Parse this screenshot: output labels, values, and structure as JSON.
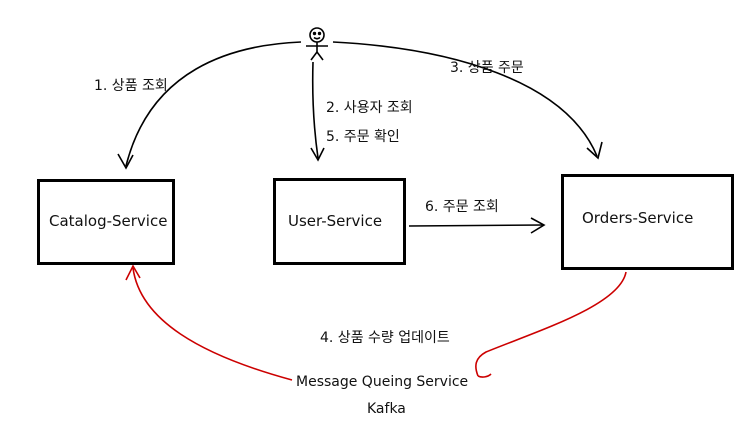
{
  "nodes": {
    "catalog": "Catalog-Service",
    "user": "User-Service",
    "orders": "Orders-Service",
    "mq": "Message Queing Service",
    "kafka": "Kafka"
  },
  "edges": {
    "e1": "1. 상품 조회",
    "e2": "2. 사용자 조회",
    "e5": "5. 주문 확인",
    "e3": "3. 상품 주문",
    "e6": "6. 주문 조회",
    "e4": "4. 상품 수량 업데이트"
  },
  "colors": {
    "line": "#000000",
    "event_line": "#cc0000"
  }
}
